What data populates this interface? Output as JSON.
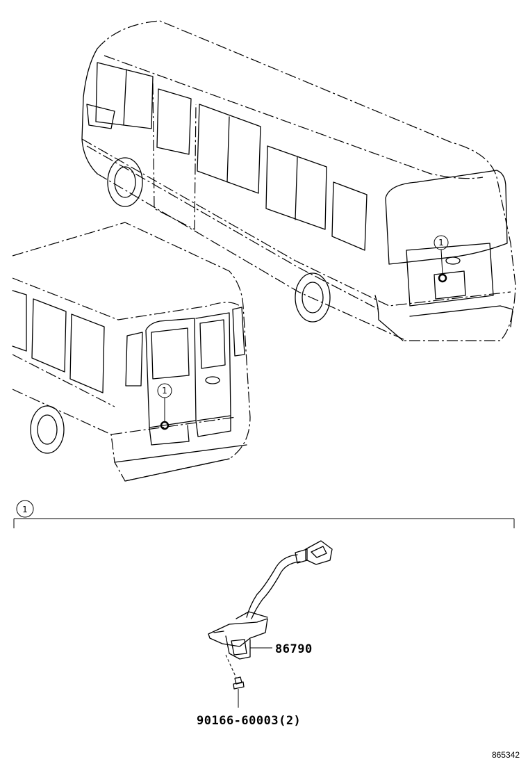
{
  "diagram": {
    "callouts": {
      "bus_large": "1",
      "bus_small": "1",
      "section": "1"
    },
    "parts": {
      "camera_part_no": "86790",
      "screw_part_no": "90166-60003(2)"
    },
    "reference_code": "865342"
  }
}
